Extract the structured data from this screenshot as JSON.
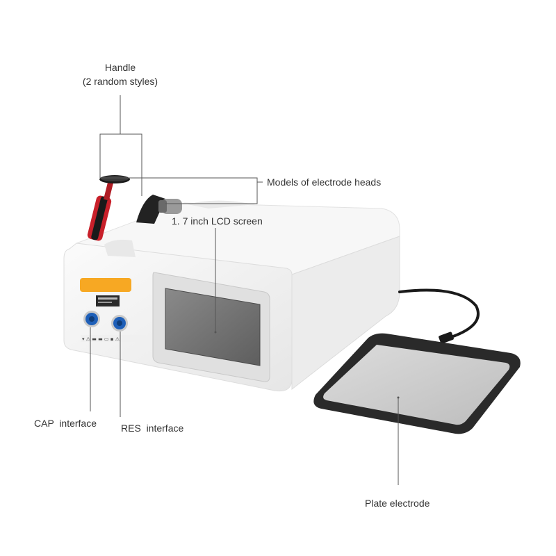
{
  "callouts": {
    "handle_title": "Handle",
    "handle_note": "(2 random styles)",
    "electrode_heads": "Models of electrode heads",
    "lcd_screen": "1. 7 inch LCD screen",
    "cap_interface": "CAP  interface",
    "res_interface": "RES  interface",
    "plate_electrode": "Plate electrode"
  },
  "colors": {
    "device_body": "#f4f4f4",
    "accent_strip": "#f7a823",
    "knob": "#1e5fb8",
    "handle_red": "#c8202a",
    "plate_border": "#2a2a2a",
    "plate_surface": "#cfcfcf",
    "leader_line": "#555555"
  }
}
